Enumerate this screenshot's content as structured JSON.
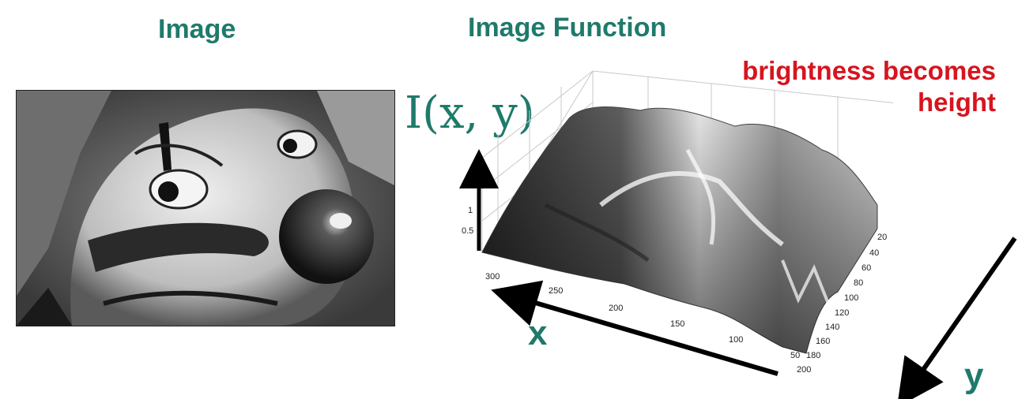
{
  "headings": {
    "image": "Image",
    "function": "Image Function"
  },
  "annotation": {
    "line1": "brightness becomes",
    "line2": "height"
  },
  "function_label": "I(x, y)",
  "axis_letters": {
    "x": "x",
    "y": "y"
  },
  "surface_plot": {
    "z_ticks": [
      "1",
      "0.5"
    ],
    "x_ticks": [
      "300",
      "250",
      "200",
      "150",
      "100",
      "50"
    ],
    "y_ticks": [
      "20",
      "40",
      "60",
      "80",
      "100",
      "120",
      "140",
      "160",
      "180",
      "200"
    ]
  },
  "colors": {
    "heading": "#1f7a6a",
    "annotation": "#d7141f",
    "arrow": "#000000"
  }
}
